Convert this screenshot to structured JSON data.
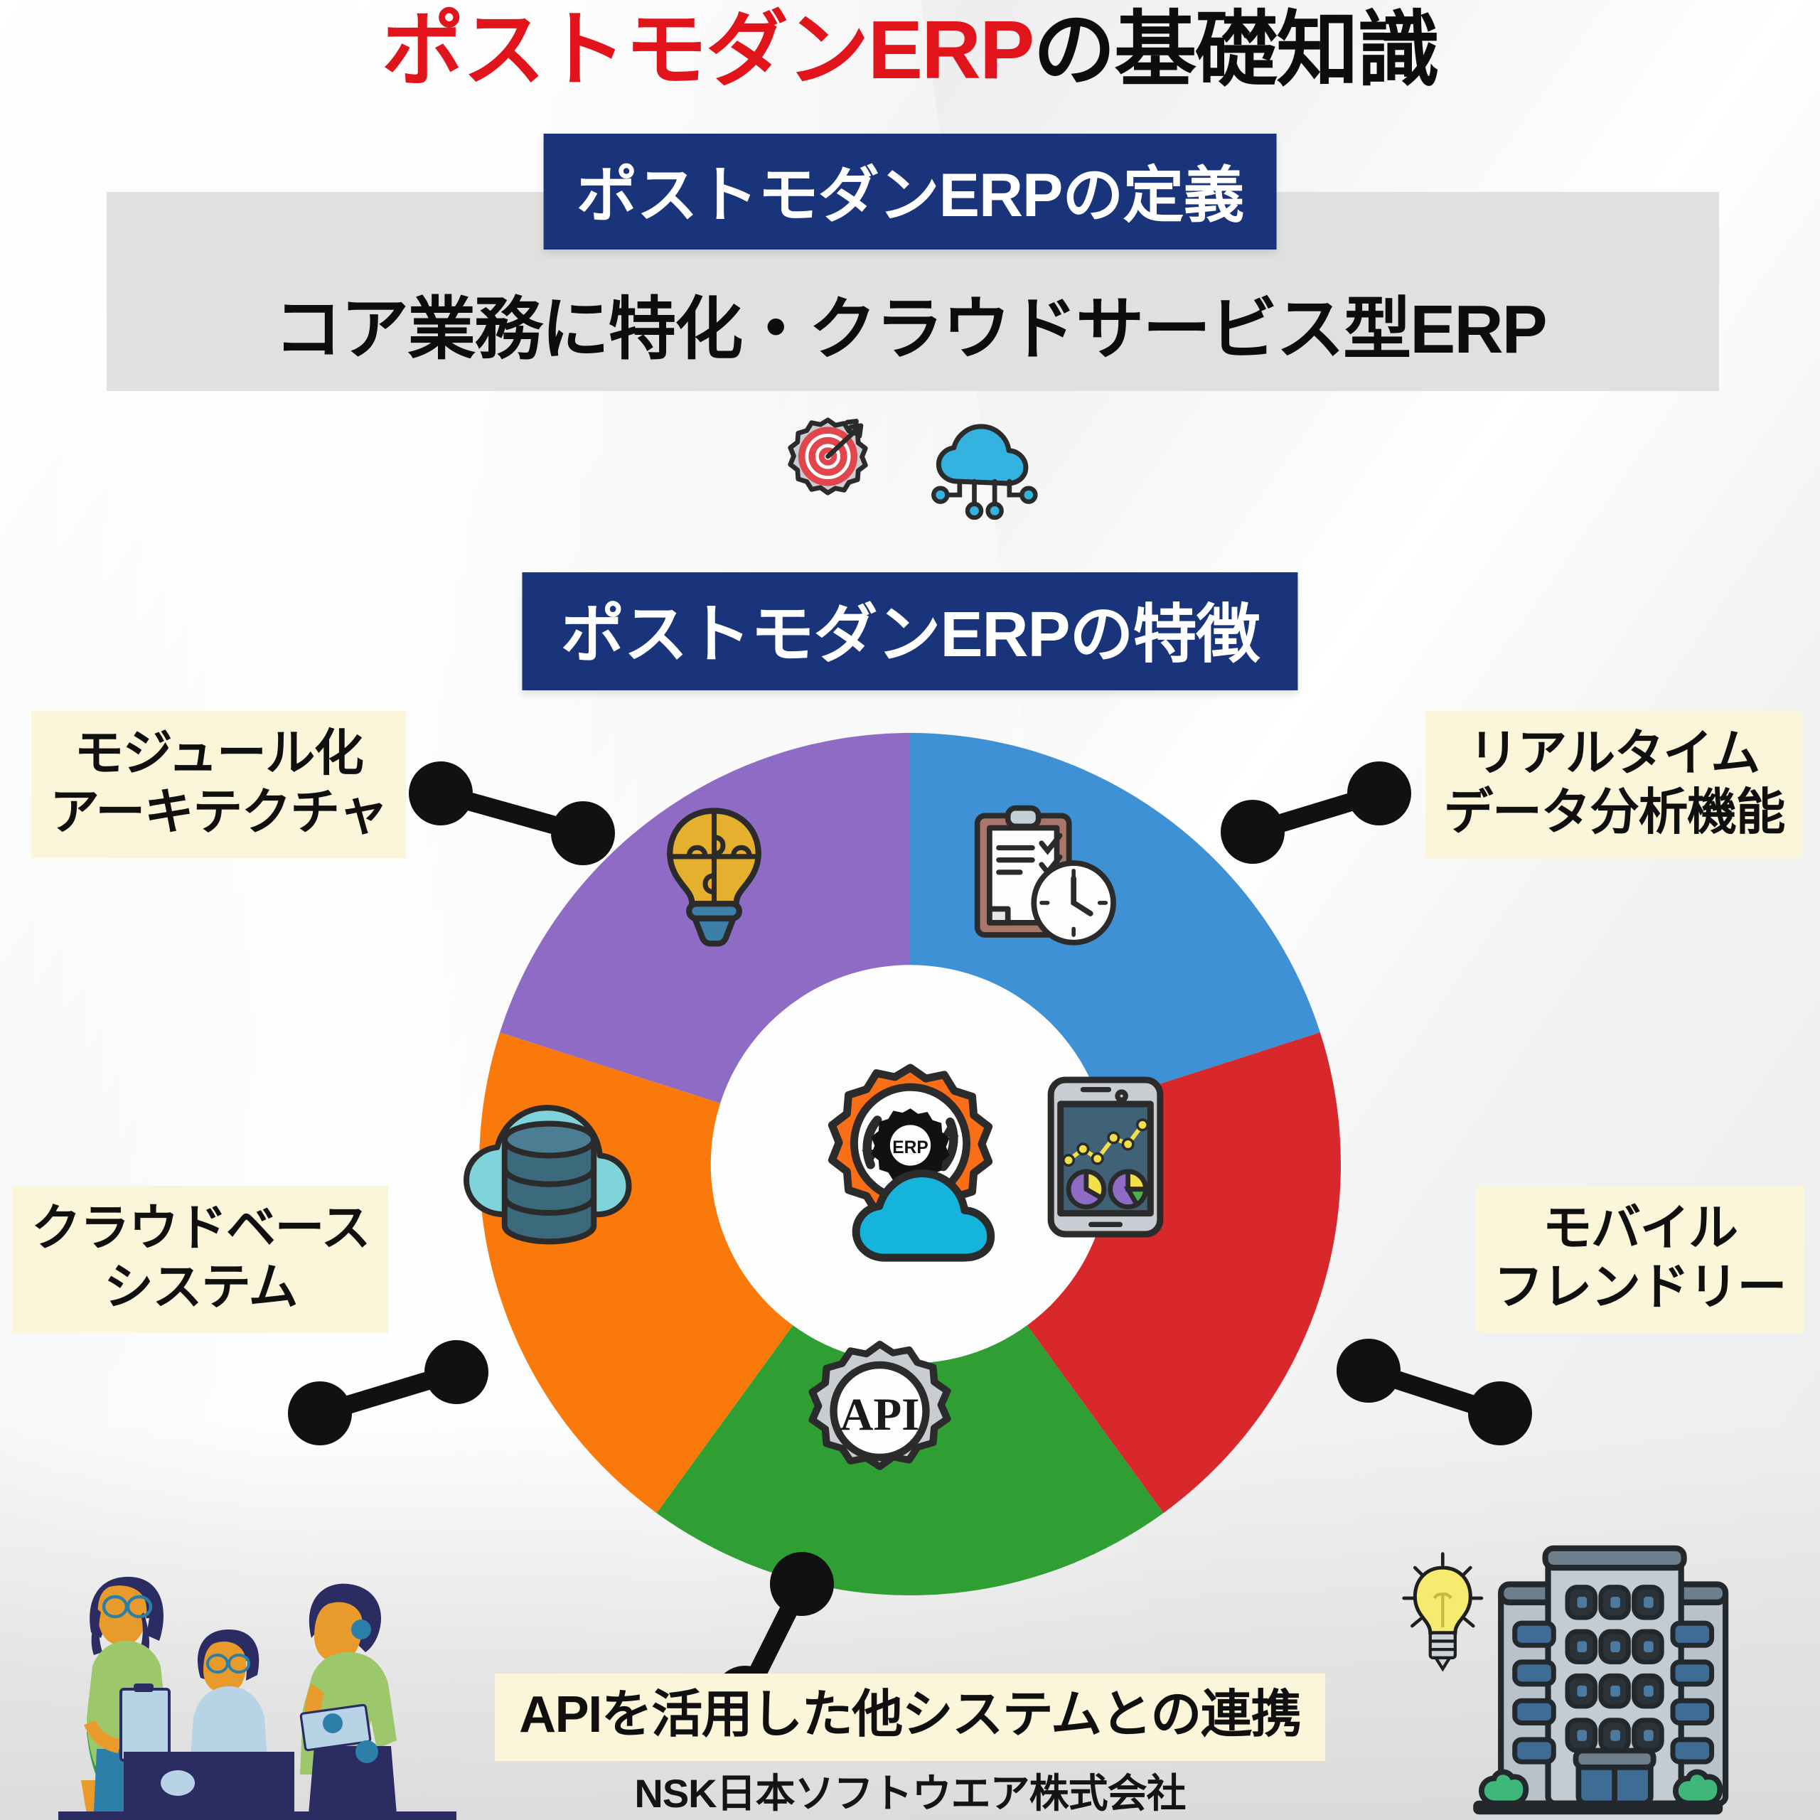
{
  "headline": {
    "accent_text": "ポストモダンERP",
    "plain_text": "の基礎知識",
    "accent_color": "#e1141c",
    "plain_color": "#0d0d0d"
  },
  "definition": {
    "banner_label": "ポストモダンERPの定義",
    "banner_color": "#19347a",
    "body_text": "コア業務に特化・クラウドサービス型ERP",
    "band_color": "#e2e0df",
    "icons": [
      "target-gear-icon",
      "cloud-network-icon"
    ]
  },
  "features": {
    "banner_label": "ポストモダンERPの特徴",
    "banner_color": "#19347a",
    "hub_icon": "erp-gear-cloud-icon",
    "hub_icon_label": "ERP",
    "labels": {
      "modular": {
        "line1": "モジュール化",
        "line2": "アーキテクチャ"
      },
      "realtime": {
        "line1": "リアルタイム",
        "line2": "データ分析機能"
      },
      "cloud": {
        "line1": "クラウドベース",
        "line2": "システム"
      },
      "mobile": {
        "line1": "モバイル",
        "line2": "フレンドリー"
      },
      "api": {
        "line1": "APIを活用した他システムとの連携"
      }
    },
    "label_bg": "#fbf6d9"
  },
  "chart_data": {
    "type": "pie",
    "title": "ポストモダンERPの特徴",
    "legend_position": "around",
    "categories": [
      "リアルタイムデータ分析機能",
      "モバイルフレンドリー",
      "APIを活用した他システムとの連携",
      "クラウドベースシステム",
      "モジュール化アーキテクチャ"
    ],
    "values": [
      20,
      20,
      20,
      20,
      20
    ],
    "colors": [
      "#3d91d4",
      "#d8282c",
      "#2f9e33",
      "#f97a0a",
      "#8e6bc4"
    ],
    "segment_icons": [
      "clipboard-clock-icon",
      "mobile-analytics-icon",
      "api-gear-icon",
      "cloud-database-icon",
      "puzzle-bulb-icon"
    ],
    "donut_hole_ratio": 0.46,
    "start_angle_deg": 0,
    "grid": false,
    "xlabel": "",
    "ylabel": ""
  },
  "footer": {
    "company": "NSK日本ソフトウエア株式会社"
  },
  "decor": {
    "team_illustration": "team-meeting-illustration",
    "building_illustration": "office-building-illustration",
    "bulb_icon": "lightbulb-icon"
  },
  "palette": {
    "navy": "#19347a",
    "red": "#e1141c",
    "purple": "#8e6bc4",
    "blue": "#3d91d4",
    "segment_red": "#d8282c",
    "green": "#2f9e33",
    "orange": "#f97a0a",
    "cream": "#fbf6d9",
    "band_gray": "#e2e0df"
  }
}
